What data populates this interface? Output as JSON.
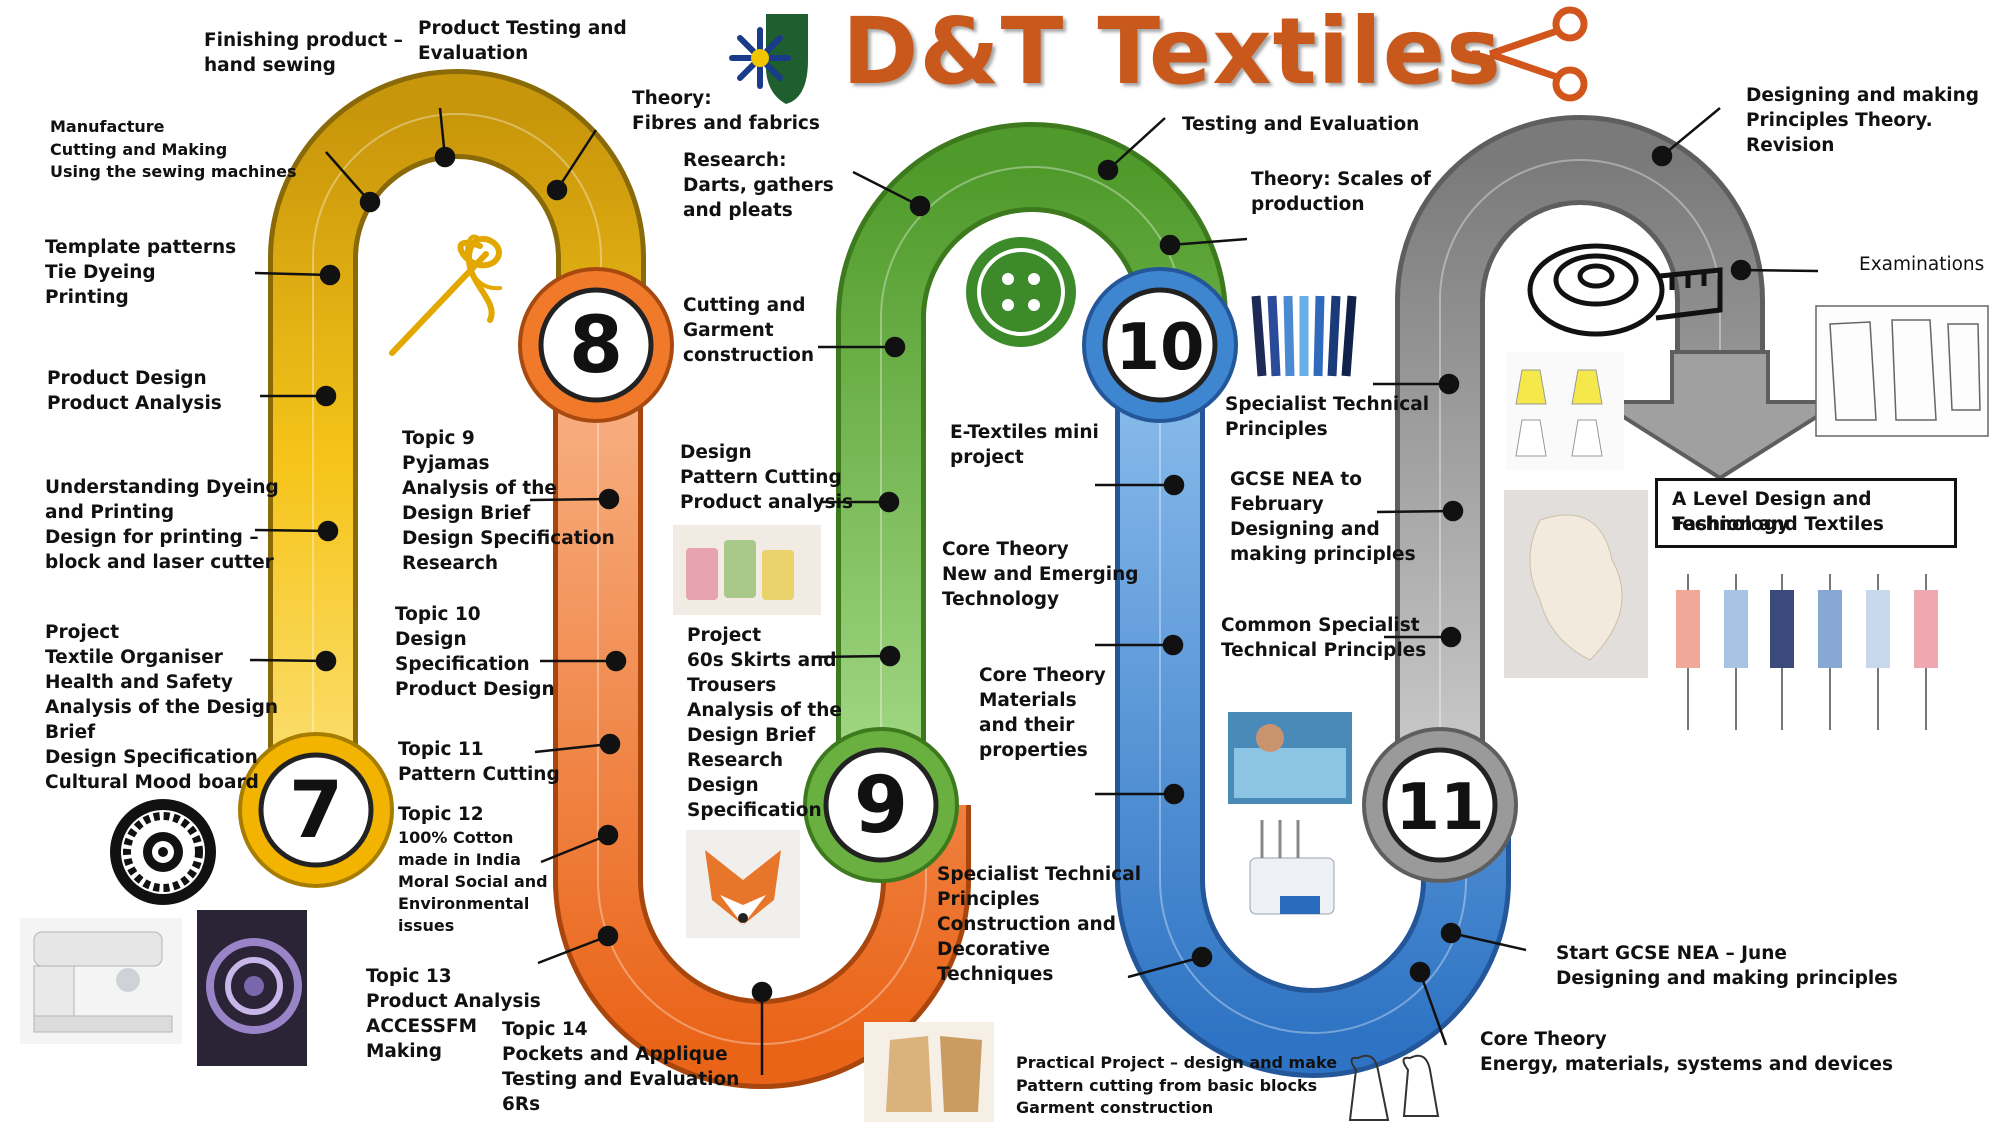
{
  "title": "D&T Textiles",
  "colors": {
    "year7": "#f0b800",
    "year8": "#f07a2a",
    "year9": "#6ab040",
    "year10": "#3f86d0",
    "year11": "#9a9a9a",
    "title": "#c8581c"
  },
  "icons": [
    "shield-flower-icon",
    "scissors-icon",
    "needle-thread-icon",
    "button-icon",
    "tape-measure-icon",
    "mandala-icon",
    "down-arrow-icon"
  ],
  "years": {
    "y7": "7",
    "y8": "8",
    "y9": "9",
    "y10": "10",
    "y11": "11"
  },
  "labels": {
    "finishing": "Finishing product –\nhand sewing",
    "product_testing": "Product Testing and\nEvaluation",
    "theory_fibres": "Theory:\nFibres and fabrics",
    "manufacture": "Manufacture\nCutting and Making\nUsing the sewing machines",
    "template": "Template patterns\nTie Dyeing\nPrinting",
    "product_design": "Product Design\nProduct Analysis",
    "dyeing": "Understanding  Dyeing\nand Printing\nDesign for printing –\nblock and laser cutter",
    "project7": "Project\nTextile Organiser\nHealth and Safety\nAnalysis of the Design\nBrief\nDesign Specification\nCultural Mood board",
    "topic9": "Topic 9\nPyjamas\nAnalysis of the\nDesign Brief\nDesign Specification\nResearch",
    "topic10": "Topic 10\nDesign\nSpecification\nProduct Design",
    "topic11": "Topic 11\nPattern Cutting",
    "topic12_head": "Topic 12",
    "topic12_body": "100% Cotton\nmade in India\nMoral Social and\nEnvironmental\nissues",
    "topic13": "Topic 13\nProduct Analysis\nACCESSFM\nMaking",
    "topic14": "Topic 14\nPockets and Applique\nTesting and Evaluation\n6Rs",
    "research": "Research:\nDarts, gathers\nand pleats",
    "cutting": "Cutting and\nGarment\nconstruction",
    "design_pattern": "Design\nPattern Cutting\nProduct analysis",
    "project60s": "Project\n60s Skirts and\nTrousers\nAnalysis of the\nDesign Brief\nResearch\nDesign\nSpecification",
    "testing_eval": "Testing and Evaluation",
    "scales": "Theory: Scales of\nproduction",
    "etextiles": "E-Textiles mini\nproject",
    "core_new": "Core Theory\nNew and Emerging\nTechnology",
    "core_materials": "Core Theory\nMaterials\nand their\nproperties",
    "specialist_construction": "Specialist Technical\nPrinciples\nConstruction and\nDecorative\nTechniques",
    "practical": "Practical Project – design and make\nPattern cutting from basic blocks\nGarment construction",
    "specialist_tech": "Specialist Technical\nPrinciples",
    "gcse_feb": "GCSE NEA to\nFebruary\nDesigning and\nmaking principles",
    "common_specialist": "Common Specialist\nTechnical Principles",
    "designing_revision": "Designing and making\nPrinciples Theory.\nRevision",
    "examinations": "Examinations",
    "start_gcse": "Start GCSE NEA – June\nDesigning and making principles",
    "core_energy": "Core Theory\nEnergy, materials, systems and devices",
    "alevel_1": "A Level Design and Technology",
    "alevel_2": "Fashion and Textiles"
  }
}
